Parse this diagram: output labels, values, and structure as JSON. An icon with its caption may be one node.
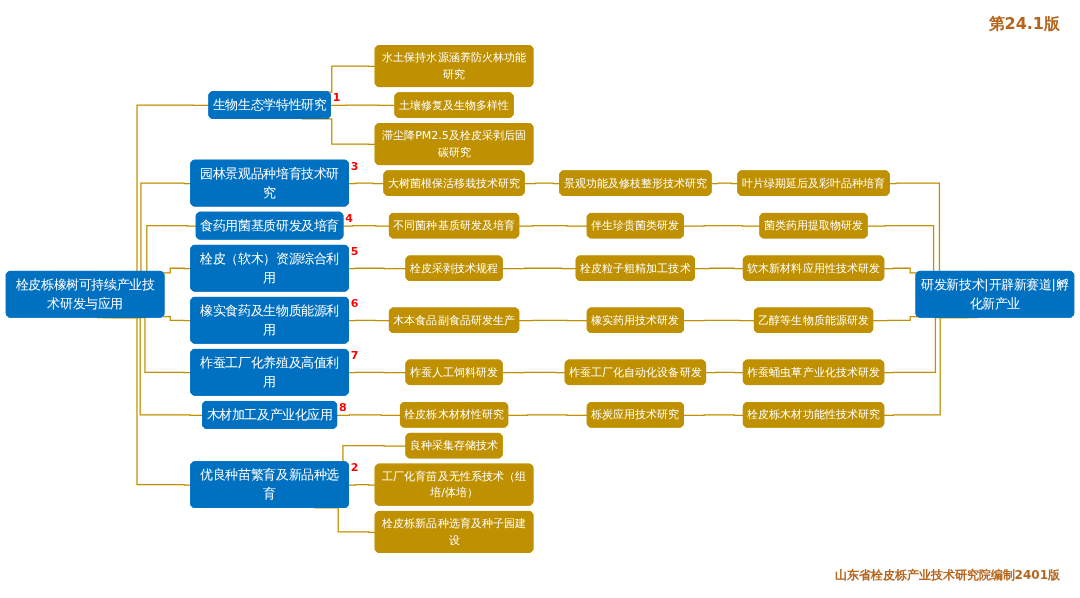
{
  "diagram": {
    "nodes": [
      {
        "text": [
          "栓皮栎橡树可持续产业技术研发与应用"
        ]
      },
      {
        "text": [
          "生物生态学特性研究"
        ],
        "beside": [
          "1"
        ]
      },
      {
        "text": [
          "水土保持水源涵养防火林功能研究"
        ]
      },
      {
        "text": [
          "土壤修复及生物多样性"
        ]
      },
      {
        "text": [
          "滞尘降PM2.5及栓皮采剥后固碳研究"
        ]
      },
      {
        "text": [
          "优良种苗繁育及新品种选育"
        ],
        "beside": [
          "2"
        ]
      },
      {
        "text": [
          "良种采集存储技术"
        ]
      },
      {
        "text": [
          "工厂化育苗及无性系技术（组培/体培）"
        ]
      },
      {
        "text": [
          "栓皮栎新品种选育及种子园建设"
        ]
      },
      {
        "text": [
          "园林景观品种培育技术研究"
        ],
        "beside": [
          "3"
        ]
      },
      {
        "text": [
          "大树菌根保活移栽技术研究"
        ]
      },
      {
        "text": [
          "景观功能及修枝整形技术研究"
        ]
      },
      {
        "text": [
          "叶片绿期延后及彩叶品种培育"
        ]
      },
      {
        "text": [
          "食药用菌基质研发及培育"
        ],
        "beside": [
          "4"
        ]
      },
      {
        "text": [
          "不同菌种基质研发及培育"
        ]
      },
      {
        "text": [
          "伴生珍贵菌类研发"
        ]
      },
      {
        "text": [
          "菌类药用提取物研发"
        ]
      },
      {
        "text": [
          "栓皮（软木）资源综合利用"
        ],
        "beside": [
          "5"
        ]
      },
      {
        "text": [
          "栓皮采剥技术规程"
        ]
      },
      {
        "text": [
          "栓皮粒子粗精加工技术"
        ]
      },
      {
        "text": [
          "软木新材料应用性技术研发"
        ]
      },
      {
        "text": [
          "橡实食药及生物质能源利用"
        ],
        "beside": [
          "6"
        ]
      },
      {
        "text": [
          "木本食品副食品研发生产"
        ]
      },
      {
        "text": [
          "橡实药用技术研发"
        ]
      },
      {
        "text": [
          "乙醇等生物质能源研发"
        ]
      },
      {
        "text": [
          "柞蚕工厂化养殖及高值利用"
        ],
        "beside": [
          "7"
        ]
      },
      {
        "text": [
          "柞蚕人工饲料研发"
        ]
      },
      {
        "text": [
          "柞蚕工厂化自动化设备研发"
        ]
      },
      {
        "text": [
          "柞蚕蛹虫草产业化技术研发"
        ]
      },
      {
        "text": [
          "木材加工及产业化应用"
        ],
        "beside": [
          "8"
        ]
      },
      {
        "text": [
          "栓皮栎木材材性研究"
        ]
      },
      {
        "text": [
          "栎炭应用技术研究"
        ]
      },
      {
        "text": [
          "栓皮栎木材功能性技术研究"
        ]
      },
      {
        "text": [
          "研发新技术|开辟新赛道|孵化新产业"
        ]
      }
    ],
    "edges": [
      {
        "from": 0,
        "to": 1,
        "arrow": "none"
      },
      {
        "from": 1,
        "to": 2,
        "arrow": "none"
      },
      {
        "from": 1,
        "to": 3,
        "arrow": "none"
      },
      {
        "from": 1,
        "to": 4,
        "arrow": "none"
      },
      {
        "from": 0,
        "to": 9,
        "arrow": "none"
      },
      {
        "from": 0,
        "to": 13,
        "arrow": "none"
      },
      {
        "from": 0,
        "to": 17,
        "arrow": "none"
      },
      {
        "from": 0,
        "to": 21,
        "arrow": "none"
      },
      {
        "from": 0,
        "to": 25,
        "arrow": "none"
      },
      {
        "from": 0,
        "to": 29,
        "arrow": "none"
      },
      {
        "from": 0,
        "to": 5,
        "arrow": "none"
      },
      {
        "from": 5,
        "to": 6,
        "arrow": "none"
      },
      {
        "from": 5,
        "to": 7,
        "arrow": "none"
      },
      {
        "from": 5,
        "to": 8,
        "arrow": "none"
      },
      {
        "from": 9,
        "to": 10,
        "arrow": "none"
      },
      {
        "from": 10,
        "to": 11,
        "arrow": "none"
      },
      {
        "from": 11,
        "to": 12,
        "arrow": "none"
      },
      {
        "from": 13,
        "to": 14,
        "arrow": "none"
      },
      {
        "from": 14,
        "to": 15,
        "arrow": "none"
      },
      {
        "from": 15,
        "to": 16,
        "arrow": "none"
      },
      {
        "from": 17,
        "to": 18,
        "arrow": "none"
      },
      {
        "from": 18,
        "to": 19,
        "arrow": "none"
      },
      {
        "from": 19,
        "to": 20,
        "arrow": "none"
      },
      {
        "from": 21,
        "to": 22,
        "arrow": "none"
      },
      {
        "from": 22,
        "to": 23,
        "arrow": "none"
      },
      {
        "from": 23,
        "to": 24,
        "arrow": "none"
      },
      {
        "from": 25,
        "to": 26,
        "arrow": "none"
      },
      {
        "from": 26,
        "to": 27,
        "arrow": "none"
      },
      {
        "from": 27,
        "to": 28,
        "arrow": "none"
      },
      {
        "from": 29,
        "to": 30,
        "arrow": "none"
      },
      {
        "from": 30,
        "to": 31,
        "arrow": "none"
      },
      {
        "from": 31,
        "to": 32,
        "arrow": "none"
      },
      {
        "from": 12,
        "to": 33,
        "arrow": "none"
      },
      {
        "from": 16,
        "to": 33,
        "arrow": "none"
      },
      {
        "from": 20,
        "to": 33,
        "arrow": "none"
      },
      {
        "from": 24,
        "to": 33,
        "arrow": "none"
      },
      {
        "from": 28,
        "to": 33,
        "arrow": "none"
      },
      {
        "from": 32,
        "to": 33,
        "arrow": "none"
      }
    ],
    "labels": [
      "第24.1版",
      "山东省栓皮栎产业技术研究院编制2401版"
    ]
  }
}
